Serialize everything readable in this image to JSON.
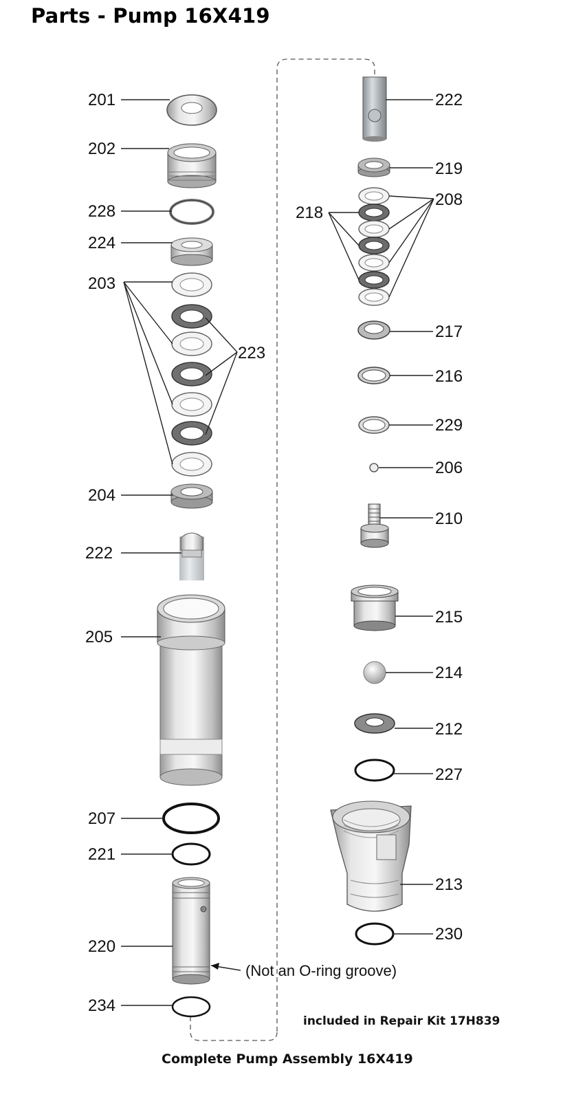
{
  "title": "Parts - Pump 16X419",
  "labels": {
    "p201": "201",
    "p202": "202",
    "p228": "228",
    "p224": "224",
    "p203": "203",
    "p223": "223",
    "p204": "204",
    "p222_left": "222",
    "p205": "205",
    "p207": "207",
    "p221": "221",
    "p220": "220",
    "p234": "234",
    "p222_right": "222",
    "p219": "219",
    "p218": "218",
    "p208": "208",
    "p217": "217",
    "p216": "216",
    "p229": "229",
    "p206": "206",
    "p210": "210",
    "p215": "215",
    "p214": "214",
    "p212": "212",
    "p227": "227",
    "p213": "213",
    "p230": "230"
  },
  "groove_note": "(Not an O-ring groove)",
  "repair_kit_note": "included in Repair Kit 17H839",
  "assembly_caption": "Complete Pump Assembly 16X419"
}
